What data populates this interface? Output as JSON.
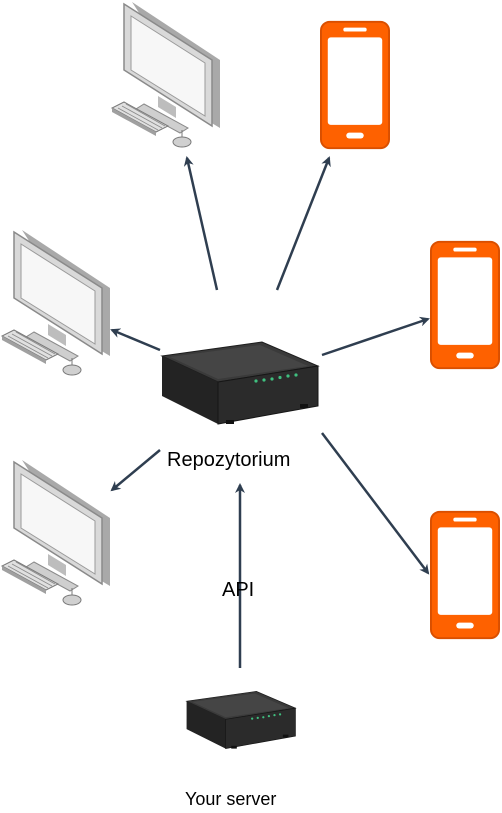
{
  "labels": {
    "repository": "Repozytorium",
    "api": "API",
    "your_server": "Your server"
  },
  "icons": {
    "desktop": "desktop-computer-icon",
    "phone": "smartphone-icon",
    "router": "network-router-icon"
  },
  "colors": {
    "arrow": "#2f3e50",
    "phone_orange": "#fe6100",
    "phone_dark_orange": "#d94f00",
    "monitor_gray": "#c8c8c8",
    "monitor_screen": "#f5f5f5",
    "router_body": "#2b2b2b",
    "router_led": "#3fbf7f"
  }
}
